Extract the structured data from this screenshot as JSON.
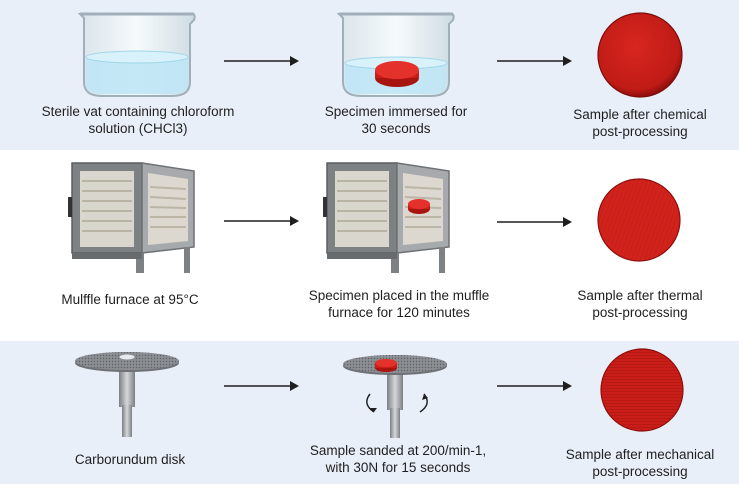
{
  "rows": [
    {
      "id": "chemical",
      "steps": [
        {
          "caption": [
            "Sterile vat containing chloroform",
            "solution (CHCl3)"
          ],
          "icon": "beaker-icon"
        },
        {
          "caption": [
            "Specimen immersed for",
            "30 seconds"
          ],
          "icon": "beaker-with-specimen-icon"
        },
        {
          "caption": [
            "Sample after chemical",
            "post-processing"
          ],
          "icon": "red-sample-disc-icon"
        }
      ]
    },
    {
      "id": "thermal",
      "steps": [
        {
          "caption": [
            "Mulffle furnace at 95°C"
          ],
          "icon": "muffle-furnace-icon"
        },
        {
          "caption": [
            "Specimen placed in the muffle",
            "furnace for 120 minutes"
          ],
          "icon": "furnace-with-specimen-icon"
        },
        {
          "caption": [
            "Sample after thermal",
            "post-processing"
          ],
          "icon": "red-sample-disc-icon"
        }
      ]
    },
    {
      "id": "mechanical",
      "steps": [
        {
          "caption": [
            "Carborundum disk"
          ],
          "icon": "carborundum-disk-icon"
        },
        {
          "caption": [
            "Sample sanded at 200/min-1,",
            "with 30N for 15 seconds"
          ],
          "icon": "sanding-disk-icon"
        },
        {
          "caption": [
            "Sample after mechanical",
            "post-processing"
          ],
          "icon": "red-sample-disc-icon"
        }
      ]
    }
  ],
  "colors": {
    "band": "#e9eff9",
    "sample_red": "#cc1f1a",
    "liquid": "#bfe6f5",
    "furnace_gray": "#8a8d90",
    "arrow": "#1f1f1f"
  }
}
